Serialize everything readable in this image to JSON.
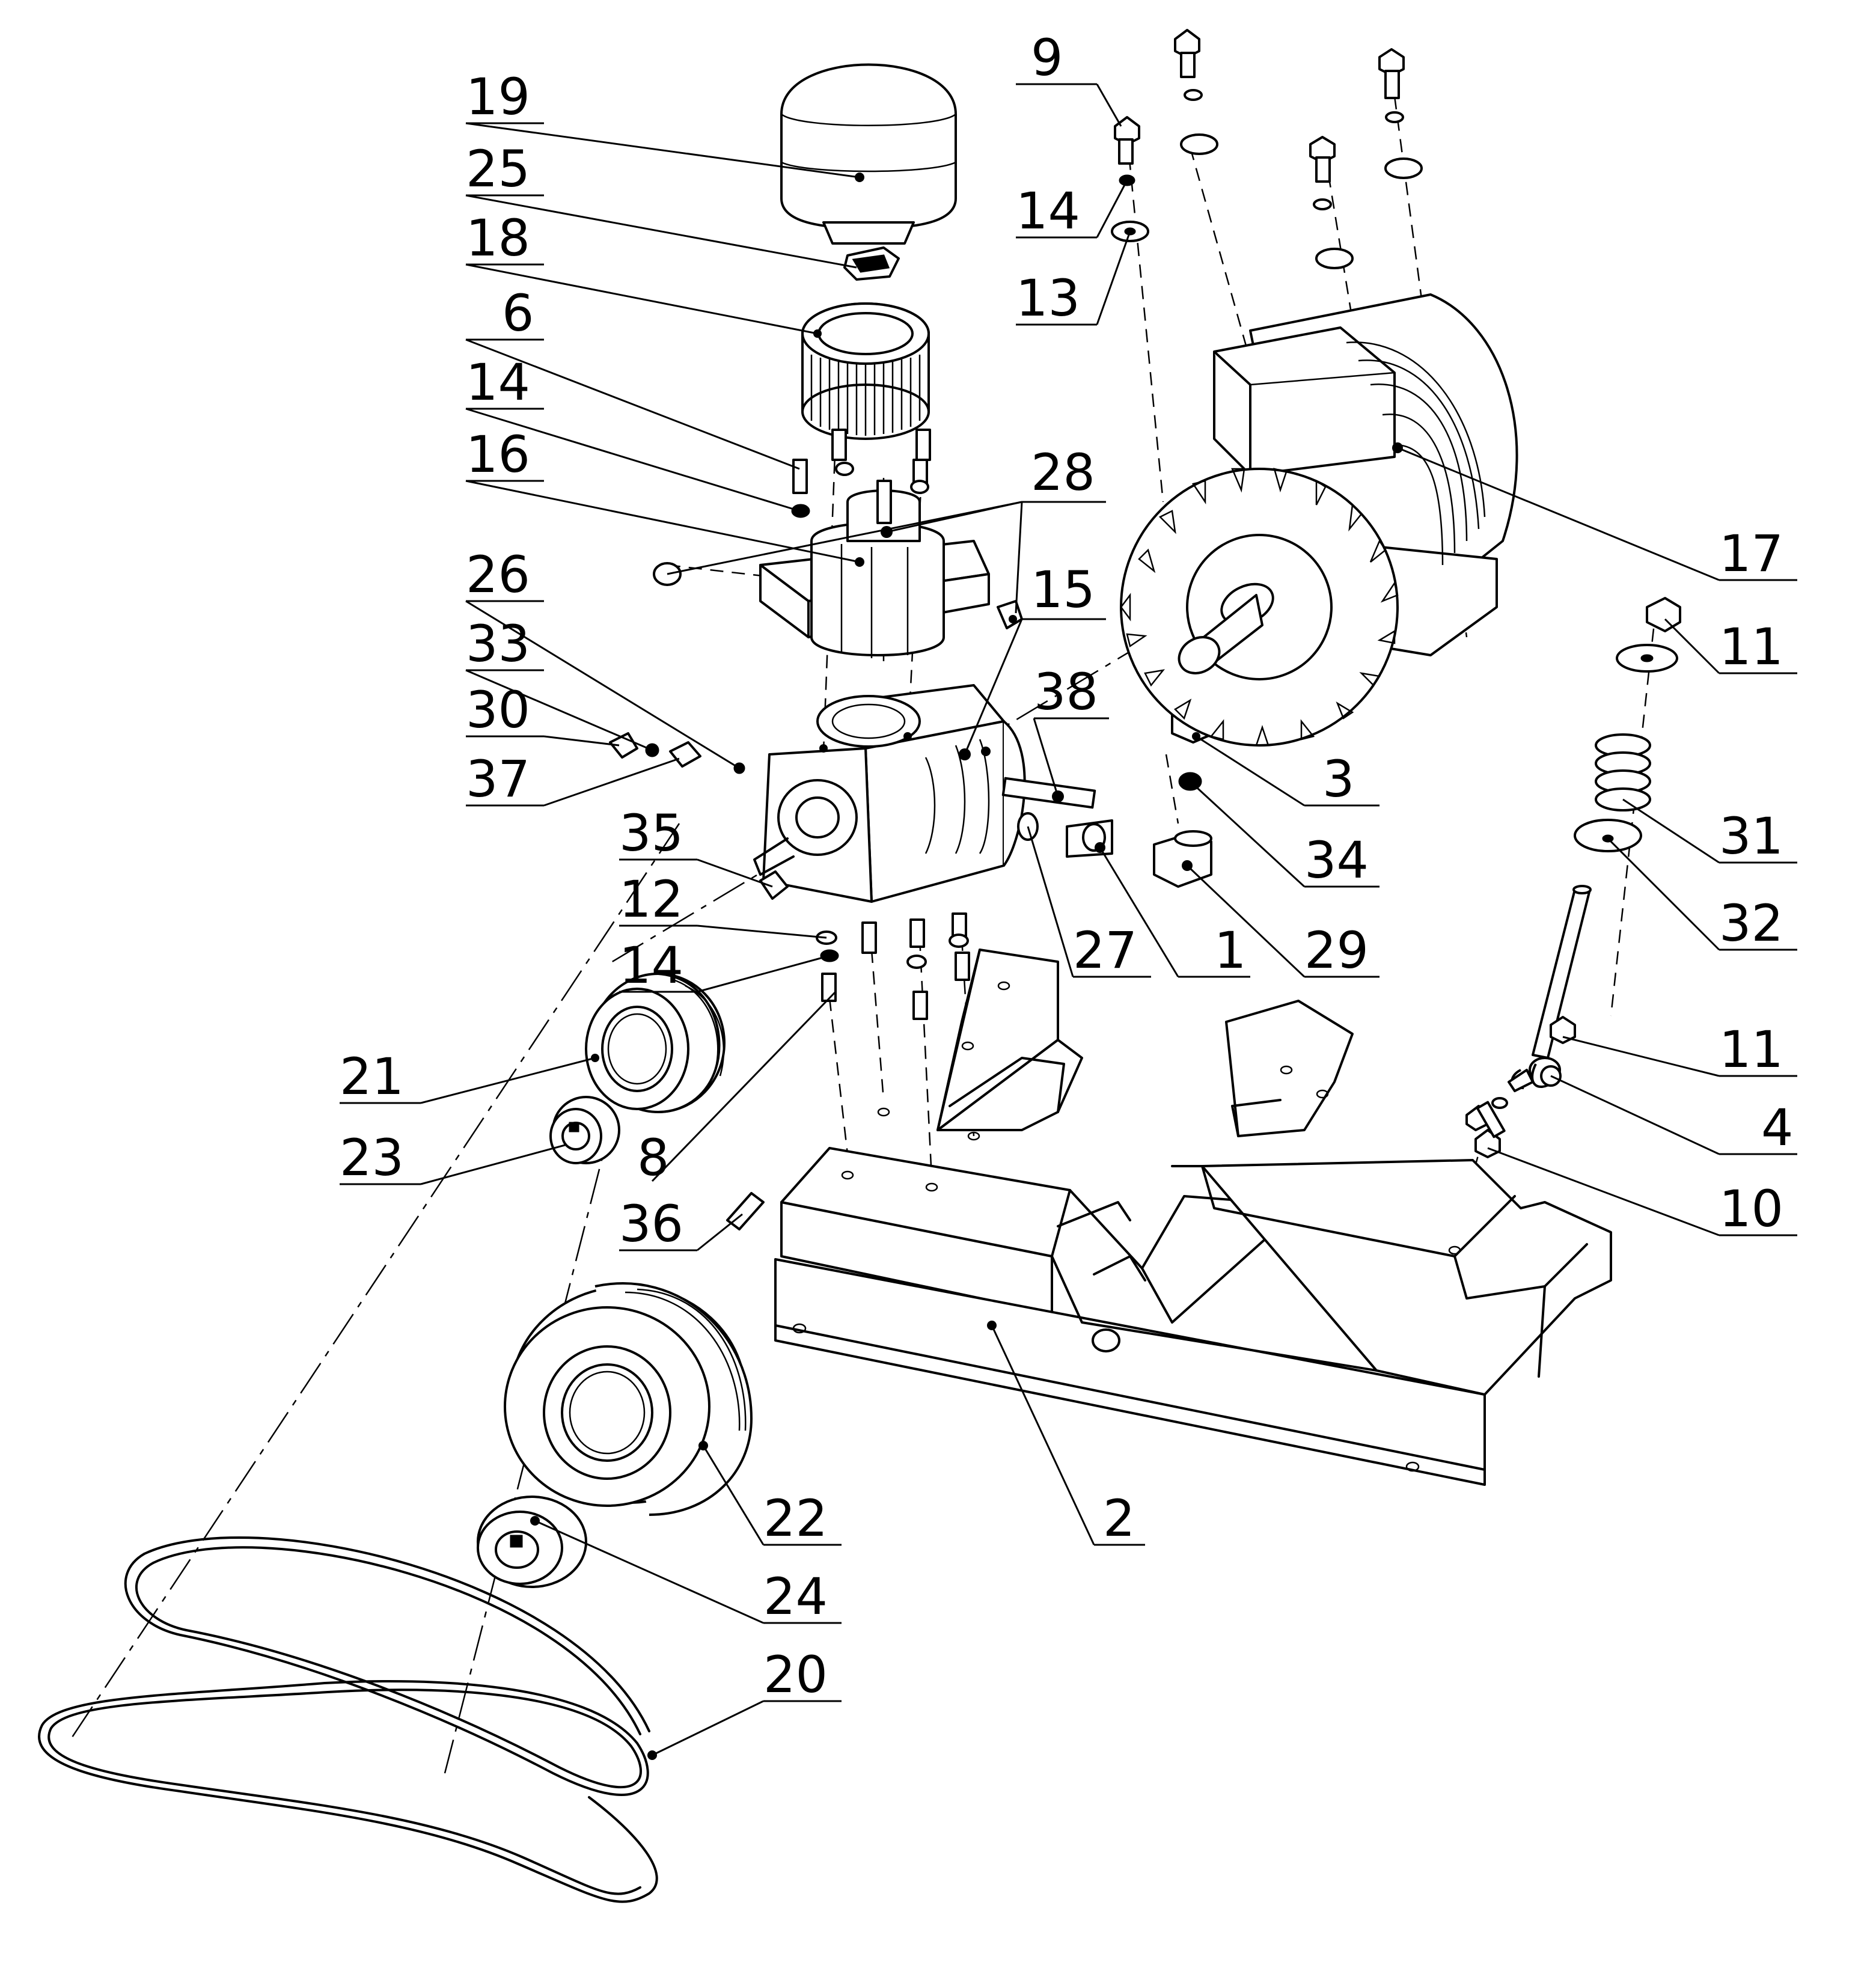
{
  "diagram": {
    "callouts": [
      {
        "id": "c19",
        "label": "19"
      },
      {
        "id": "c25",
        "label": "25"
      },
      {
        "id": "c18",
        "label": "18"
      },
      {
        "id": "c6",
        "label": "6"
      },
      {
        "id": "c14a",
        "label": "14"
      },
      {
        "id": "c16",
        "label": "16"
      },
      {
        "id": "c26",
        "label": "26"
      },
      {
        "id": "c33",
        "label": "33"
      },
      {
        "id": "c30",
        "label": "30"
      },
      {
        "id": "c37",
        "label": "37"
      },
      {
        "id": "c35",
        "label": "35"
      },
      {
        "id": "c12",
        "label": "12"
      },
      {
        "id": "c14b",
        "label": "14"
      },
      {
        "id": "c21",
        "label": "21"
      },
      {
        "id": "c23",
        "label": "23"
      },
      {
        "id": "c8",
        "label": "8"
      },
      {
        "id": "c36",
        "label": "36"
      },
      {
        "id": "c9",
        "label": "9"
      },
      {
        "id": "c14c",
        "label": "14"
      },
      {
        "id": "c13",
        "label": "13"
      },
      {
        "id": "c28",
        "label": "28"
      },
      {
        "id": "c15",
        "label": "15"
      },
      {
        "id": "c38",
        "label": "38"
      },
      {
        "id": "c17",
        "label": "17"
      },
      {
        "id": "c11a",
        "label": "11"
      },
      {
        "id": "c3",
        "label": "3"
      },
      {
        "id": "c31",
        "label": "31"
      },
      {
        "id": "c34",
        "label": "34"
      },
      {
        "id": "c32",
        "label": "32"
      },
      {
        "id": "c27",
        "label": "27"
      },
      {
        "id": "c1",
        "label": "1"
      },
      {
        "id": "c29",
        "label": "29"
      },
      {
        "id": "c11b",
        "label": "11"
      },
      {
        "id": "c4",
        "label": "4"
      },
      {
        "id": "c10",
        "label": "10"
      },
      {
        "id": "c22",
        "label": "22"
      },
      {
        "id": "c2",
        "label": "2"
      },
      {
        "id": "c24",
        "label": "24"
      },
      {
        "id": "c20",
        "label": "20"
      }
    ]
  }
}
